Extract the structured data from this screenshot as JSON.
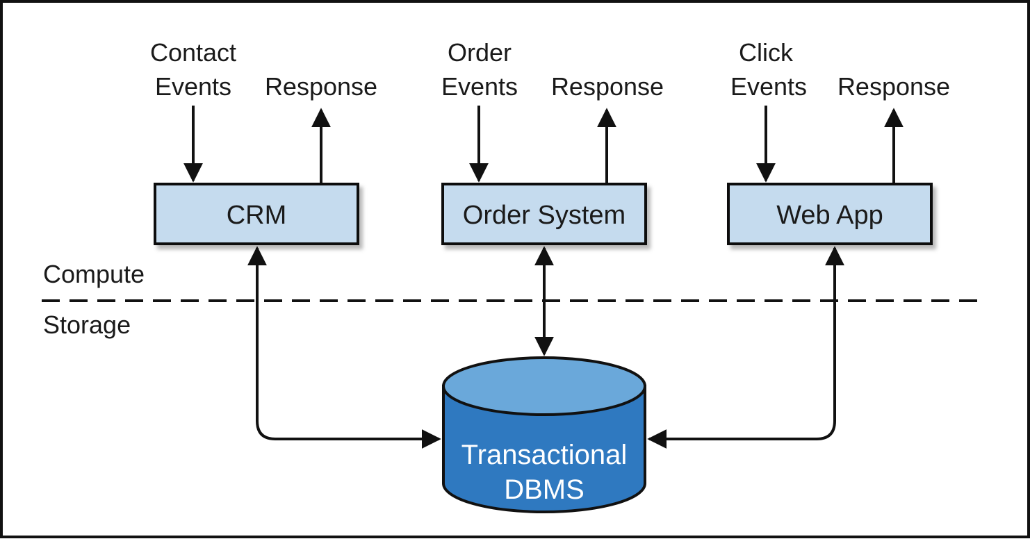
{
  "colors": {
    "box_fill": "#c5dbee",
    "box_stroke": "#111111",
    "db_top": "#6aa8da",
    "db_body": "#2f79c0",
    "db_stroke": "#111111",
    "line": "#111111"
  },
  "systems": [
    {
      "name": "CRM",
      "input_label": [
        "Contact",
        "Events"
      ],
      "output_label": "Response"
    },
    {
      "name": "Order System",
      "input_label": [
        "Order",
        "Events"
      ],
      "output_label": "Response"
    },
    {
      "name": "Web App",
      "input_label": [
        "Click",
        "Events"
      ],
      "output_label": "Response"
    }
  ],
  "layers": {
    "compute": "Compute",
    "storage": "Storage"
  },
  "database": {
    "lines": [
      "Transactional",
      "DBMS"
    ]
  }
}
